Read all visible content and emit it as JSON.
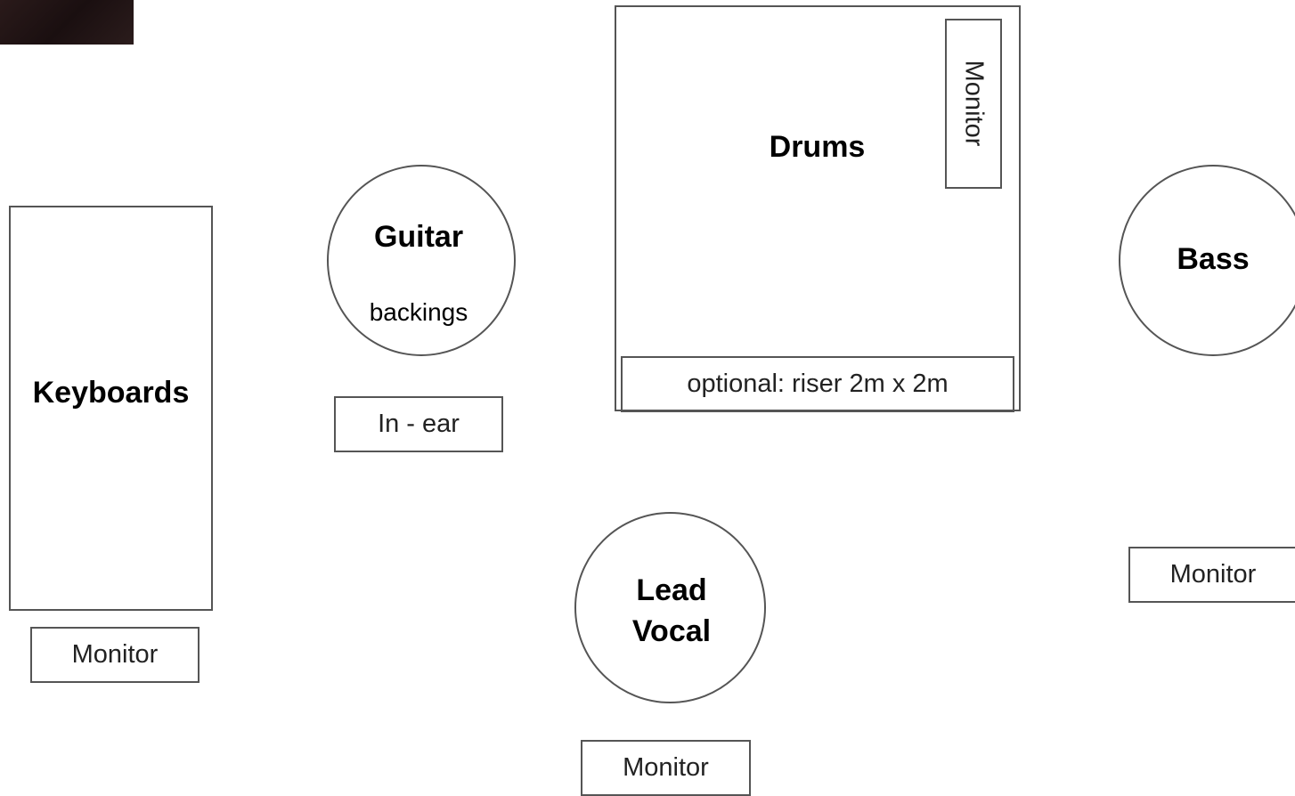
{
  "colors": {
    "outline": "#555555",
    "background": "#ffffff",
    "corner_image": "#1f1315"
  },
  "stage": {
    "keyboards": {
      "label": "Keyboards"
    },
    "keyboards_monitor": {
      "label": "Monitor"
    },
    "guitar": {
      "label": "Guitar",
      "sublabel": "backings"
    },
    "guitar_in_ear": {
      "label": "In - ear"
    },
    "drums": {
      "label": "Drums"
    },
    "drums_monitor": {
      "label": "Monitor"
    },
    "drums_riser": {
      "label": "optional: riser 2m x 2m"
    },
    "bass": {
      "label": "Bass"
    },
    "bass_monitor": {
      "label": "Monitor"
    },
    "lead_vocal": {
      "label_line1": "Lead",
      "label_line2": "Vocal"
    },
    "lead_vocal_monitor": {
      "label": "Monitor"
    }
  }
}
